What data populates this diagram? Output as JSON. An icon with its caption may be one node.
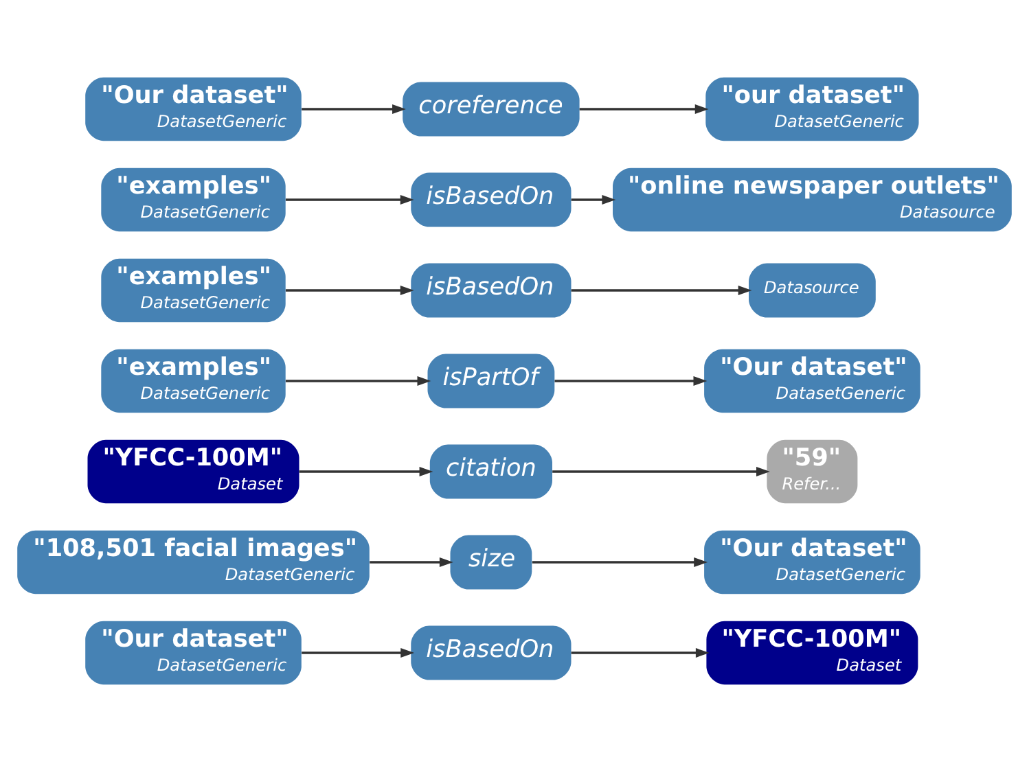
{
  "diagram": {
    "nodes": [
      {
        "text": [
          "\"Our dataset\"",
          "DatasetGeneric"
        ]
      },
      {
        "text": [
          "isBasedOn"
        ]
      },
      {
        "text": [
          "\"YFCC-100M\"",
          "Dataset"
        ]
      },
      {
        "text": [
          "\"108,501 facial images\"",
          "DatasetGeneric"
        ]
      },
      {
        "text": [
          "size"
        ]
      },
      {
        "text": [
          "\"Our dataset\"",
          "DatasetGeneric"
        ]
      },
      {
        "text": [
          "\"YFCC-100M\"",
          "Dataset"
        ]
      },
      {
        "text": [
          "citation"
        ]
      },
      {
        "text": [
          "\"59\"",
          "Refer..."
        ]
      },
      {
        "text": [
          "\"examples\"",
          "DatasetGeneric"
        ]
      },
      {
        "text": [
          "isPartOf"
        ]
      },
      {
        "text": [
          "\"Our dataset\"",
          "DatasetGeneric"
        ]
      },
      {
        "text": [
          "\"examples\"",
          "DatasetGeneric"
        ]
      },
      {
        "text": [
          "isBasedOn"
        ]
      },
      {
        "text": [
          "Datasource"
        ]
      },
      {
        "text": [
          "\"examples\"",
          "DatasetGeneric"
        ]
      },
      {
        "text": [
          "isBasedOn"
        ]
      },
      {
        "text": [
          "\"online newspaper outlets\"",
          "Datasource"
        ]
      },
      {
        "text": [
          "\"Our dataset\"",
          "DatasetGeneric"
        ]
      },
      {
        "text": [
          "coreference"
        ]
      },
      {
        "text": [
          "\"our dataset\"",
          "DatasetGeneric"
        ]
      }
    ],
    "edges": [
      {
        "from": 0,
        "to": 1,
        "arrow": "to"
      },
      {
        "from": 1,
        "to": 2,
        "arrow": "to"
      },
      {
        "from": 3,
        "to": 4,
        "arrow": "to"
      },
      {
        "from": 4,
        "to": 5,
        "arrow": "to"
      },
      {
        "from": 6,
        "to": 7,
        "arrow": "to"
      },
      {
        "from": 7,
        "to": 8,
        "arrow": "to"
      },
      {
        "from": 9,
        "to": 10,
        "arrow": "to"
      },
      {
        "from": 10,
        "to": 11,
        "arrow": "to"
      },
      {
        "from": 12,
        "to": 13,
        "arrow": "to"
      },
      {
        "from": 13,
        "to": 14,
        "arrow": "to"
      },
      {
        "from": 15,
        "to": 16,
        "arrow": "to"
      },
      {
        "from": 16,
        "to": 17,
        "arrow": "to"
      },
      {
        "from": 18,
        "to": 19,
        "arrow": "to"
      },
      {
        "from": 19,
        "to": 20,
        "arrow": "to"
      }
    ]
  }
}
